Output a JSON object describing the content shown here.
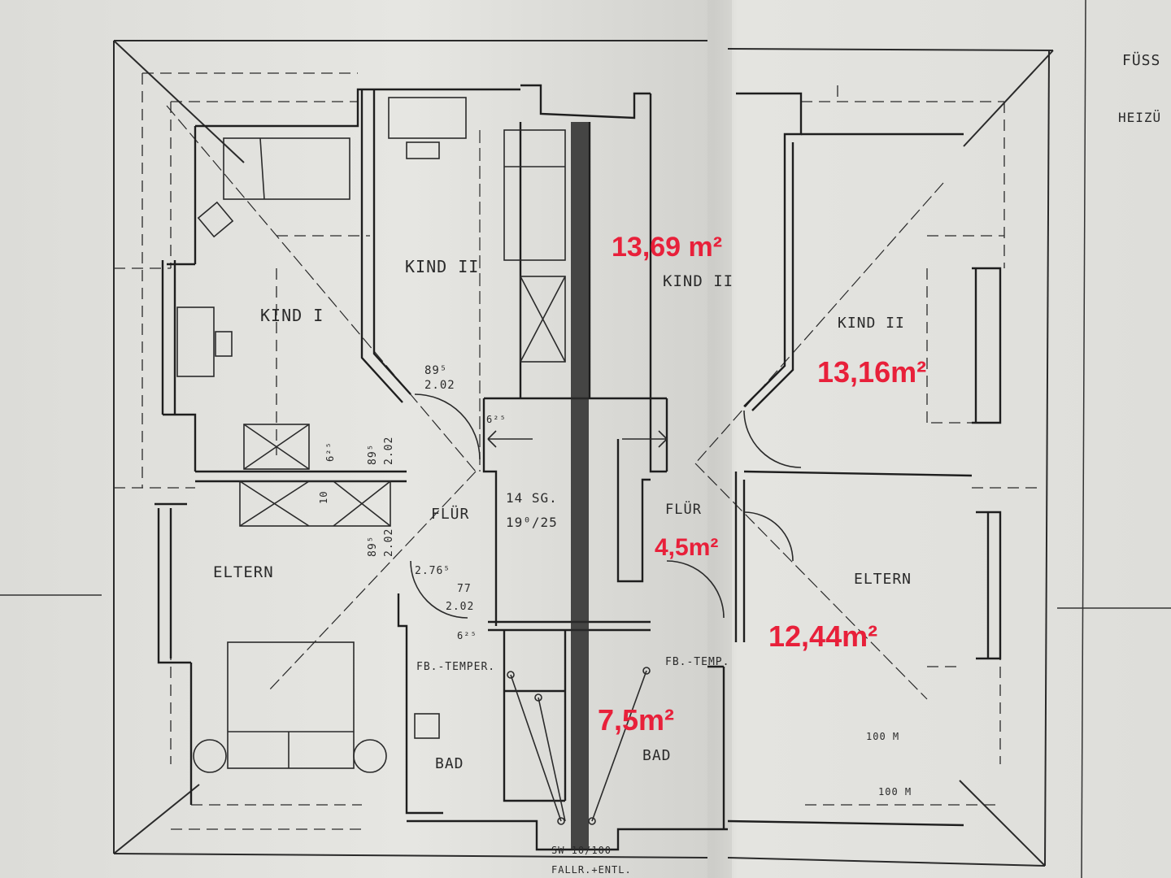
{
  "header_partial": {
    "line1": "FÜSS",
    "line2": "HEIZÜ"
  },
  "rooms": {
    "kind1": "KIND I",
    "kind2_left": "KIND II",
    "kind2_center": "KIND II",
    "kind2_right": "KIND II",
    "flur_left": "FLÜR",
    "flur_right": "FLÜR",
    "eltern_left": "ELTERN",
    "eltern_right": "ELTERN",
    "bad_left": "BAD",
    "bad_right": "BAD"
  },
  "stair": {
    "steps": "14 SG.",
    "ratio": "19⁰/25"
  },
  "door_dims": {
    "d1_top": "89⁵",
    "d1_bot": "2.02",
    "d2_top": "89⁵",
    "d2_bot": "2.02",
    "d3_top": "89⁵",
    "d3_bot": "2.02",
    "d4_top": "77",
    "d4_bot": "2.02",
    "d5": "2.76⁵",
    "d6": "6²⁵",
    "d7": "6²⁵",
    "d8": "10",
    "d9": "6²⁵"
  },
  "fixtures": {
    "fb_temp_left": "FB.-TEMPER.",
    "fb_temp_right": "FB.-TEMP.",
    "dim_100_a": "100 M",
    "dim_100_b": "100 M",
    "sw_bottom": "SW 10/100",
    "fall_bottom": "FALLR.+ENTL."
  },
  "areas": {
    "kind2_center": "13,69 m²",
    "kind2_right": "13,16m²",
    "flur_right": "4,5m²",
    "eltern_right": "12,44m²",
    "bad_right": "7,5m²"
  },
  "colors": {
    "ink": "#2a2a2a",
    "annotation": "#e8203a",
    "paper": "#e2e2de"
  }
}
